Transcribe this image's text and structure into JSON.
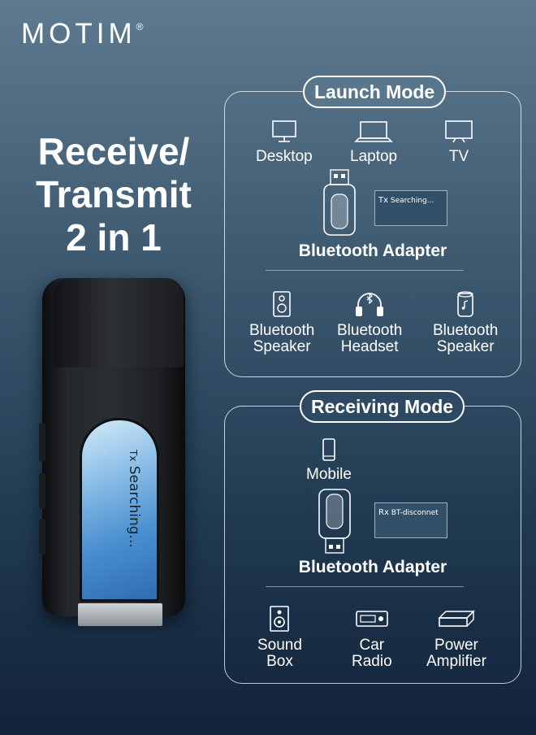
{
  "brand": {
    "name": "MOTIM",
    "mark": "®"
  },
  "headline": {
    "line1": "Receive/",
    "line2": "Transmit",
    "line3": "2 in 1"
  },
  "device": {
    "screen_tag": "Tx",
    "screen_text": "Searching..."
  },
  "launch": {
    "title": "Launch Mode",
    "sources": [
      {
        "label": "Desktop",
        "icon": "desktop-icon"
      },
      {
        "label": "Laptop",
        "icon": "laptop-icon"
      },
      {
        "label": "TV",
        "icon": "tv-icon"
      }
    ],
    "adapter_label": "Bluetooth Adapter",
    "lcd_tag": "Tx",
    "lcd_text": "Searching...",
    "outputs": [
      {
        "line1": "Bluetooth",
        "line2": "Speaker",
        "icon": "speaker-icon"
      },
      {
        "line1": "Bluetooth",
        "line2": "Headset",
        "icon": "headset-icon"
      },
      {
        "line1": "Bluetooth",
        "line2": "Speaker",
        "icon": "smart-speaker-icon"
      }
    ]
  },
  "receiving": {
    "title": "Receiving Mode",
    "source": {
      "label": "Mobile",
      "icon": "mobile-icon"
    },
    "adapter_label": "Bluetooth Adapter",
    "lcd_tag": "Rx",
    "lcd_text": "BT-disconnet",
    "outputs": [
      {
        "line1": "Sound",
        "line2": "Box",
        "icon": "sound-box-icon"
      },
      {
        "line1": "Car",
        "line2": "Radio",
        "icon": "car-radio-icon"
      },
      {
        "line1": "Power",
        "line2": "Amplifier",
        "icon": "amplifier-icon"
      }
    ]
  }
}
